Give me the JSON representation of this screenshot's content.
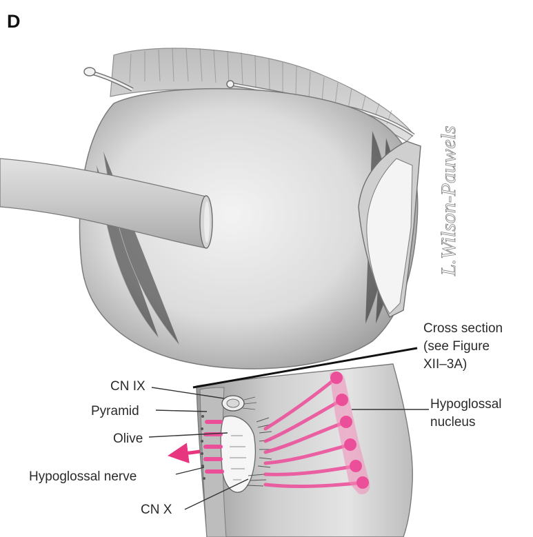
{
  "panel_letter": "D",
  "labels": {
    "cross_section_line1": "Cross section",
    "cross_section_line2": "(see Figure",
    "cross_section_line3": "XII–3A)",
    "cn_ix": "CN IX",
    "pyramid": "Pyramid",
    "olive": "Olive",
    "hypoglossal_nerve": "Hypoglossal nerve",
    "cn_x": "CN X",
    "hypoglossal_nucleus_line1": "Hypoglossal",
    "hypoglossal_nucleus_line2": "nucleus"
  },
  "signature": "L.Wilson-Pauwels",
  "colors": {
    "nerve_pink": "#ec4f9a",
    "arrow_pink": "#e8357f",
    "structure_gray": "#d6d6d6",
    "label_text": "#2a2a2a"
  }
}
